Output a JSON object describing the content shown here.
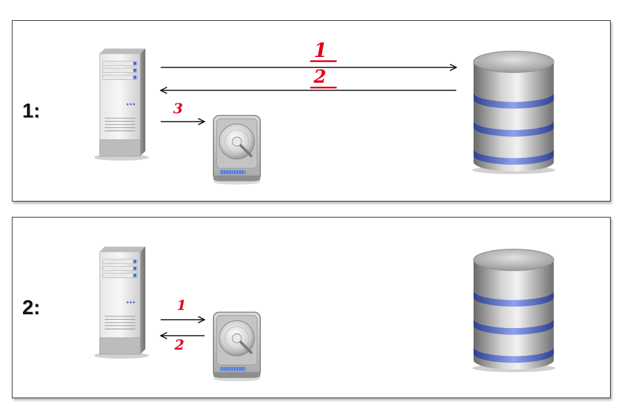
{
  "colors": {
    "panel_border": "#3a3a3a",
    "arrow": "#111111",
    "annotation": "#e0001a",
    "db_ring": "#6f86d6"
  },
  "icons": {
    "server": "server-tower-icon",
    "disk": "hard-disk-icon",
    "database": "database-icon"
  },
  "scenarios": [
    {
      "label": "1:",
      "arrows": [
        {
          "from": "server",
          "to": "database",
          "annotation": "1"
        },
        {
          "from": "database",
          "to": "server",
          "annotation": "2"
        },
        {
          "from": "server",
          "to": "disk",
          "annotation": "3"
        }
      ]
    },
    {
      "label": "2:",
      "arrows": [
        {
          "from": "server",
          "to": "disk",
          "annotation": "1"
        },
        {
          "from": "disk",
          "to": "server",
          "annotation": "2"
        }
      ]
    }
  ]
}
